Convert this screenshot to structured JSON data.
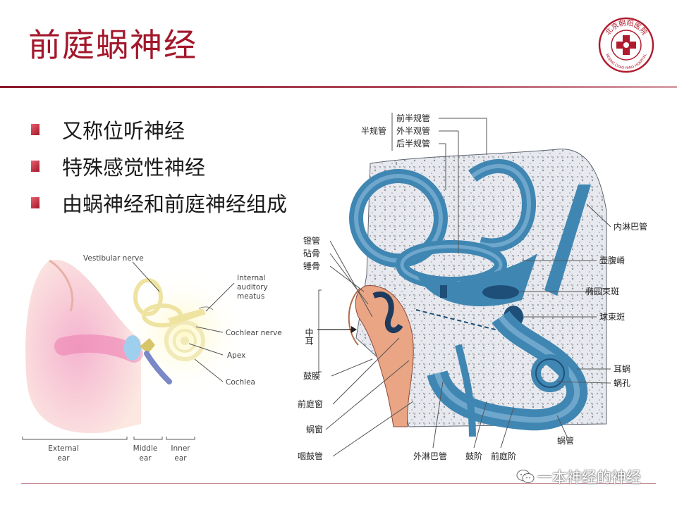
{
  "title": "前庭蜗神经",
  "logo": {
    "top_text": "北京朝阳医院",
    "bottom_text": "BEIJING CHAO-YANG HOSPITAL"
  },
  "bullets": [
    "又称位听神经",
    "特殊感觉性神经",
    "由蜗神经和前庭神经组成"
  ],
  "figure_left": {
    "labels": {
      "vestibular_nerve": "Vestibular nerve",
      "internal_1": "Internal",
      "internal_2": "auditory",
      "internal_3": "meatus",
      "cochlear_nerve": "Cochlear nerve",
      "apex": "Apex",
      "cochlea": "Cochlea",
      "external_1": "External",
      "external_2": "ear",
      "middle_1": "Middle",
      "middle_2": "ear",
      "inner_1": "Inner",
      "inner_2": "ear"
    }
  },
  "figure_right": {
    "labels": {
      "semicircular": "半规管",
      "anterior_canal": "前半规管",
      "lateral_canal": "外半观管",
      "posterior_canal": "后半规管",
      "endolymphatic_duct": "内淋巴管",
      "stapes": "镫管",
      "incus": "砧骨",
      "malleus": "锤骨",
      "ampullary_crest": "壶腹嵴",
      "macula_utriculi": "椭园束斑",
      "macula_sacculi": "球束斑",
      "middle_ear": "中耳",
      "tympanic_membrane": "鼓膜",
      "oval_window": "前庭窗",
      "round_window": "蜗窗",
      "eustachian_tube": "咽鼓管",
      "cochlea": "耳蜗",
      "helicotrema": "蜗孔",
      "perilymphatic_duct": "外淋巴管",
      "scala_tympani": "鼓阶",
      "scala_vestibuli": "前庭阶",
      "cochlear_duct": "蜗管"
    }
  },
  "watermark": "一本神经的神经",
  "colors": {
    "title": "#a3172b",
    "rule": "#8b1a2b",
    "labyrinth_blue": "#3f86b3",
    "labyrinth_light": "#6fa7cc",
    "bone": "#e7e9ee"
  }
}
